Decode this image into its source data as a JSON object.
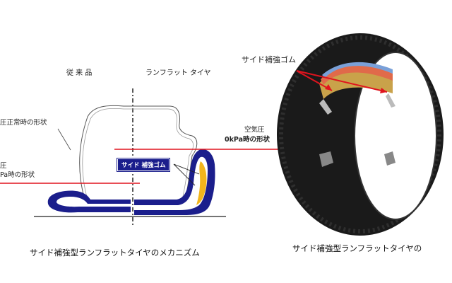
{
  "left_diagram": {
    "label_conventional": "従 来 品",
    "label_runflat": "ランフラット タイヤ",
    "label_normal_shape": "圧正常時の形状",
    "label_zero_left_1": "圧",
    "label_zero_left_2": "Pa時の形状",
    "label_zero_right_1": "空気圧",
    "label_zero_right_2": "0kPa時の形状",
    "label_side_rubber": "サイド 補強ゴム",
    "caption": "サイド補強型ランフラットタイヤのメカニズム"
  },
  "right_diagram": {
    "label_side_rubber": "サイド補強ゴム",
    "caption": "サイド補強型ランフラットタイヤの"
  },
  "colors": {
    "tire_blue": "#1b1e8c",
    "reinforcement_yellow": "#f2b51c",
    "line_red": "#e0141e",
    "tread_dark": "#1a1a1a"
  }
}
